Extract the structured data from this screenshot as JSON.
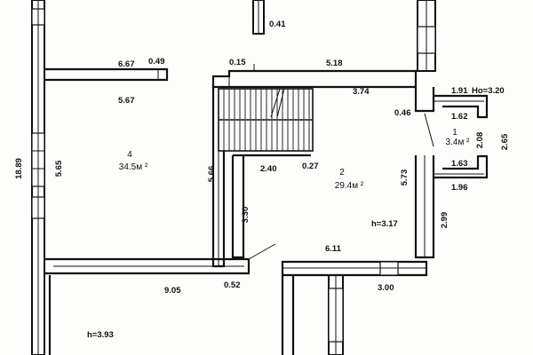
{
  "plan": {
    "dimensions": {
      "d_0_41": "0.41",
      "d_6_67": "6.67",
      "d_0_49": "0.49",
      "d_0_15": "0.15",
      "d_5_18": "5.18",
      "d_5_67": "5.67",
      "d_3_74": "3.74",
      "d_1_91": "1.91",
      "d_ho": "Ho=3.20",
      "d_0_46": "0.46",
      "d_1_62": "1.62",
      "d_2_08": "2.08",
      "d_2_65": "2.65",
      "d_18_89": "18.89",
      "d_5_65": "5.65",
      "d_5_66": "5.66",
      "d_2_40": "2.40",
      "d_0_27": "0.27",
      "d_5_73": "5.73",
      "d_1_63": "1.63",
      "d_1_96": "1.96",
      "d_3_30": "3.30",
      "d_h_3_17": "h=3.17",
      "d_2_99": "2.99",
      "d_6_11": "6.11",
      "d_9_05": "9.05",
      "d_0_52": "0.52",
      "d_3_00": "3.00",
      "d_h_3_93": "h=3.93"
    },
    "rooms": {
      "room_4": {
        "number": "4",
        "area": "34.5м ²"
      },
      "room_2": {
        "number": "2",
        "area": "29.4м ²"
      },
      "room_1": {
        "number": "1",
        "area": "3.4м ²"
      }
    }
  }
}
